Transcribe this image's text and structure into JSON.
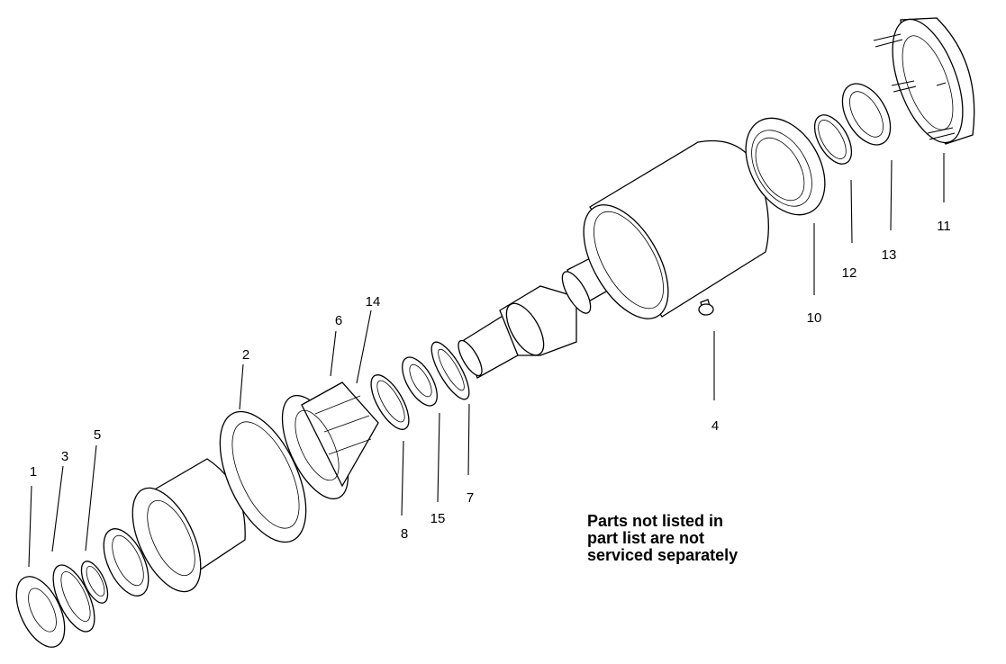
{
  "callouts": {
    "p1": "1",
    "p2": "2",
    "p3": "3",
    "p4": "4",
    "p5": "5",
    "p6": "6",
    "p7": "7",
    "p8": "8",
    "p10": "10",
    "p11": "11",
    "p12": "12",
    "p13": "13",
    "p14": "14",
    "p15": "15"
  },
  "note": "Parts not listed in\npart list are not\nserviced separately"
}
